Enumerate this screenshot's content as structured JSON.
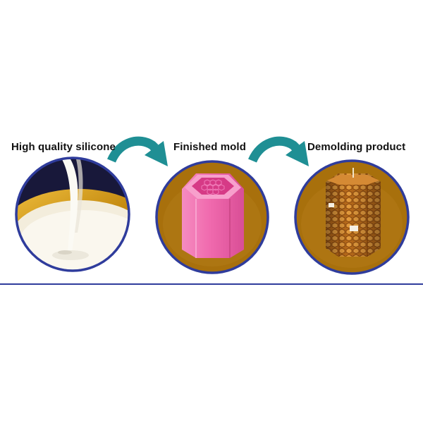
{
  "steps": [
    {
      "label": "High quality silicone",
      "image": "pouring-silicone"
    },
    {
      "label": "Finished mold",
      "image": "pink-hexagon-mold"
    },
    {
      "label": "Demolding product",
      "image": "honeycomb-candle"
    }
  ],
  "arrows": [
    {
      "icon": "curved-arrow-icon",
      "color": "#1f8f94"
    },
    {
      "icon": "curved-arrow-icon",
      "color": "#1f8f94"
    }
  ],
  "colors": {
    "circle_border": "#2f3c9c",
    "background_amber": "#a8700c",
    "divider": "#2f3c9c",
    "mold_pink": "#f47bb6"
  }
}
